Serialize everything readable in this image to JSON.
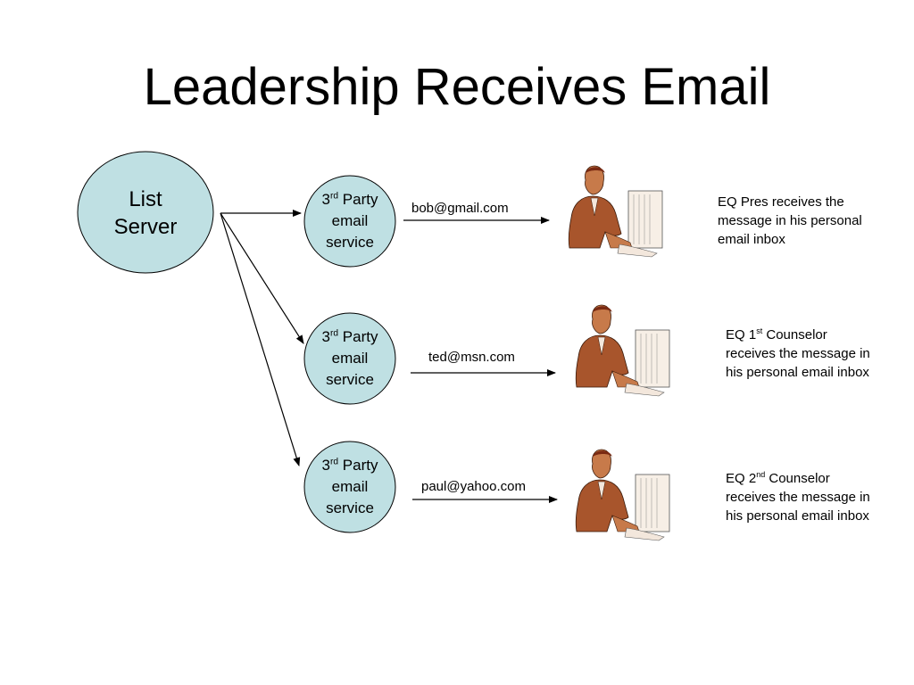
{
  "slide": {
    "title": "Leadership Receives Email"
  },
  "list_server": {
    "line1": "List",
    "line2": "Server"
  },
  "services": [
    {
      "ordinal_num": "3",
      "ordinal_suffix": "rd",
      "word1": "Party",
      "line2": "email",
      "line3": "service"
    },
    {
      "ordinal_num": "3",
      "ordinal_suffix": "rd",
      "word1": "Party",
      "line2": "email",
      "line3": "service"
    },
    {
      "ordinal_num": "3",
      "ordinal_suffix": "rd",
      "word1": "Party",
      "line2": "email",
      "line3": "service"
    }
  ],
  "addresses": [
    "bob@gmail.com",
    "ted@msn.com",
    "paul@yahoo.com"
  ],
  "recipients": [
    {
      "line1": "EQ Pres receives the",
      "line2": "message in his personal",
      "line3": "email inbox"
    },
    {
      "line1_pre": "EQ 1",
      "line1_sup": "st",
      "line1_post": " Counselor",
      "line2": "receives the message in",
      "line3": "his personal email inbox"
    },
    {
      "line1_pre": "EQ 2",
      "line1_sup": "nd",
      "line1_post": " Counselor",
      "line2": "receives the message in",
      "line3": "his personal email inbox"
    }
  ],
  "colors": {
    "node_fill": "#bfe0e3",
    "node_stroke": "#000000",
    "figure_skin": "#c77a4a",
    "figure_suit": "#a8552c",
    "figure_hair": "#7a2a12"
  },
  "icons": [
    "person-at-computer-icon"
  ]
}
